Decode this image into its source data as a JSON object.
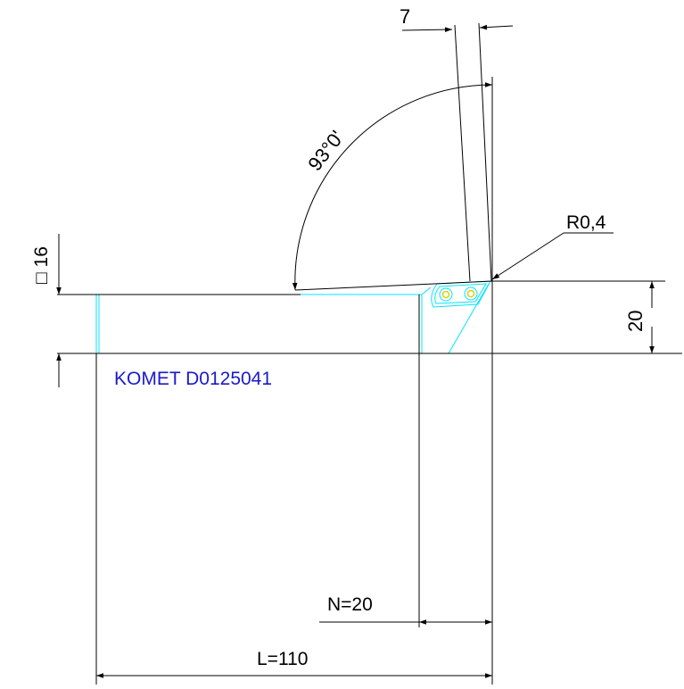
{
  "drawing": {
    "angle_label": "93°0'",
    "width_label": "7",
    "radius_label": "R0,4",
    "square_label": "□ 16",
    "height_label": "20",
    "n_label": "N=20",
    "l_label": "L=110",
    "part_label": "KOMET D0125041"
  },
  "colors": {
    "line": "#000000",
    "tool_outline": "#00e5ff",
    "part_label": "#1a1acc",
    "insert_screw": "#d4d400"
  }
}
